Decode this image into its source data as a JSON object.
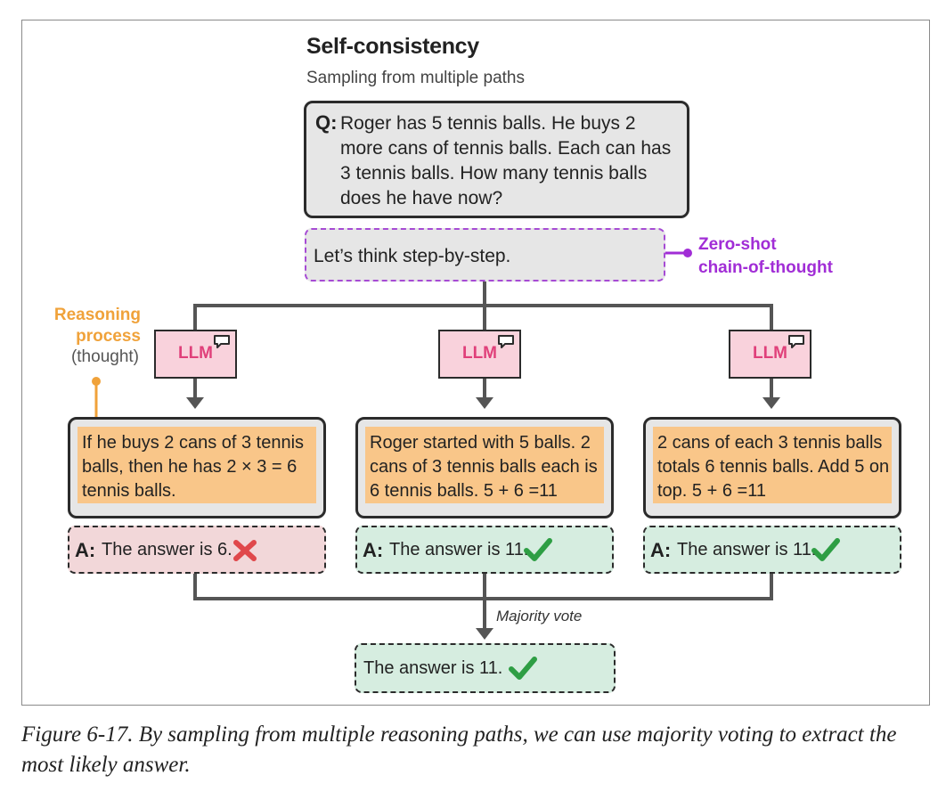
{
  "title": "Self-consistency",
  "subtitle": "Sampling from multiple paths",
  "question": {
    "label": "Q:",
    "text": "Roger has 5 tennis balls. He buys 2 more cans of tennis balls. Each can has 3 tennis balls. How many tennis balls does he have now?"
  },
  "prompt": {
    "text": "Let’s think step-by-step.",
    "annotation_line1": "Zero-shot",
    "annotation_line2": "chain-of-thought"
  },
  "reasoning_label": {
    "line1": "Reasoning",
    "line2": "process",
    "line3": "(thought)"
  },
  "llm_label": "LLM",
  "paths": [
    {
      "reasoning": "If he buys 2 cans of 3 tennis balls, then he has 2 × 3 = 6 tennis balls.",
      "answer_label": "A:",
      "answer": "The answer is 6.",
      "status": "incorrect"
    },
    {
      "reasoning": "Roger started with 5 balls. 2 cans of 3 tennis balls each is 6 tennis balls. 5 + 6 =11",
      "answer_label": "A:",
      "answer": "The answer is 11.",
      "status": "correct"
    },
    {
      "reasoning": "2 cans of each 3 tennis balls totals 6 tennis balls. Add 5 on top. 5 + 6 =11",
      "answer_label": "A:",
      "answer": "The answer is 11.",
      "status": "correct"
    }
  ],
  "vote_label": "Majority vote",
  "final_answer": "The answer is 11.",
  "caption": "Figure 6-17. By sampling from multiple reasoning paths, we can use majority voting to extract the most likely answer.",
  "colors": {
    "zero_shot": "#a12dd6",
    "reasoning": "#f0a23a",
    "llm_fill": "#f9d2dc",
    "llm_text": "#e0407a",
    "reasoning_fill": "#f9c689",
    "correct": "#2e9e44",
    "incorrect": "#e0484b"
  }
}
